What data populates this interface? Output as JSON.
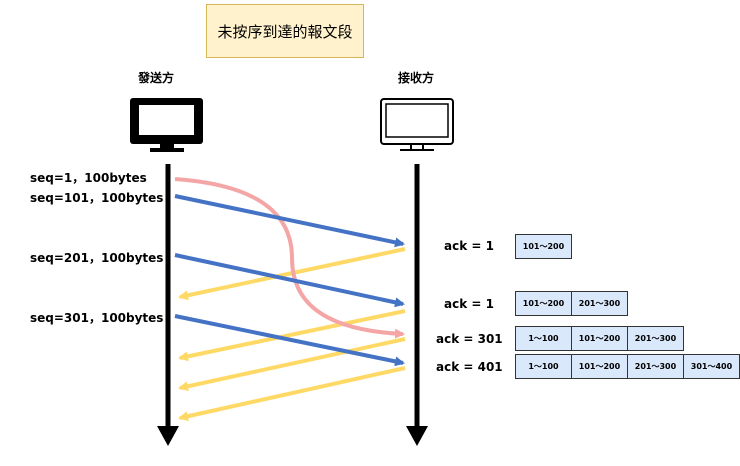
{
  "title": "未按序到達的報文段",
  "sender": {
    "label": "發送方"
  },
  "receiver": {
    "label": "接收方"
  },
  "segments": [
    {
      "text": "seq=1，100bytes"
    },
    {
      "text": "seq=101，100bytes"
    },
    {
      "text": "seq=201，100bytes"
    },
    {
      "text": "seq=301，100bytes"
    }
  ],
  "acks": [
    {
      "text": "ack = 1",
      "buffer": [
        "101～200"
      ]
    },
    {
      "text": "ack = 1",
      "buffer": [
        "101～200",
        "201～300"
      ]
    },
    {
      "text": "ack = 301",
      "buffer": [
        "1～100",
        "101～200",
        "201～300"
      ]
    },
    {
      "text": "ack = 401",
      "buffer": [
        "1～100",
        "101～200",
        "201～300",
        "301～400"
      ]
    }
  ],
  "colors": {
    "data": "#4472c4",
    "ack": "#ffd966",
    "delayed": "#f4a6a6",
    "buffer_fill": "#dae8fc"
  }
}
